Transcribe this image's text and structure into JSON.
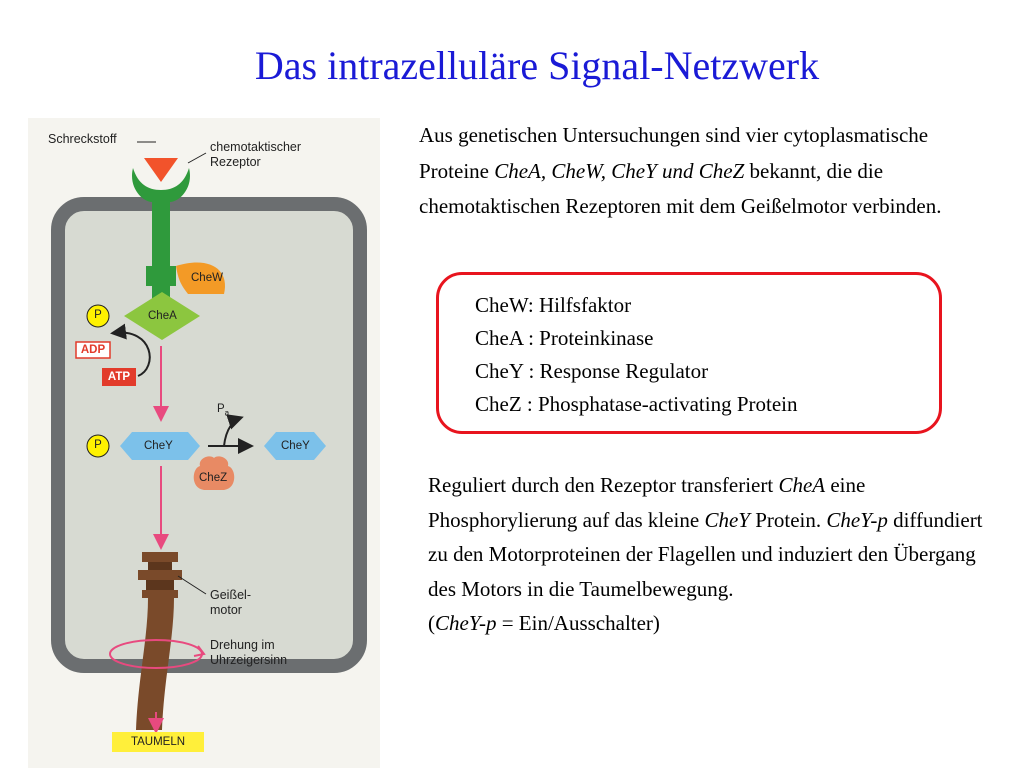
{
  "title": "Das intrazelluläre Signal-Netzwerk",
  "figure": {
    "labels": {
      "schreckstoff": "Schreckstoff",
      "rezeptor_line1": "chemotaktischer",
      "rezeptor_line2": "Rezeptor",
      "chew": "CheW",
      "chea": "CheA",
      "p1": "P",
      "adp": "ADP",
      "atp": "ATP",
      "pa_main": "P",
      "pa_sub": "a",
      "p2": "P",
      "chey_left": "CheY",
      "chey_right": "CheY",
      "chez": "CheZ",
      "geissel_line1": "Geißel-",
      "geissel_line2": "motor",
      "drehung_line1": "Drehung im",
      "drehung_line2": "Uhrzeigersinn",
      "taumeln": "TAUMELN"
    },
    "colors": {
      "cell_wall": "#6b6e70",
      "cytoplasm": "#d7dad2",
      "receptor": "#2f9a3c",
      "chea": "#8cc63f",
      "chew": "#f39a26",
      "chey": "#7cc1ea",
      "chez": "#e88a64",
      "phosphate": "#fff200",
      "atp": "#e23b2b",
      "arrow": "#e84a7f",
      "motor": "#7a4a2a",
      "taumeln_bg": "#ffef3a",
      "stimulus": "#f2532b"
    }
  },
  "intro": {
    "part1": "Aus genetischen Untersuchungen sind vier cytoplasmatische Proteine ",
    "proteins": "CheA, CheW, CheY und CheZ",
    "part2": " bekannt, die die chemotaktischen Rezeptoren mit dem Geißelmotor verbinden."
  },
  "definitions": [
    "CheW: Hilfsfaktor",
    "CheA : Proteinkinase",
    "CheY : Response Regulator",
    "CheZ : Phosphatase-activating Protein"
  ],
  "description": {
    "part1": "Reguliert durch den Rezeptor transferiert ",
    "chea": "CheA",
    "part2": " eine Phosphorylierung auf das kleine ",
    "chey": "CheY",
    "part3": " Protein. ",
    "cheyp": "CheY-p",
    "part4": " diffundiert zu den Motorproteinen der Flagellen und induziert den Übergang des Motors in die Taumelbewegung.",
    "note_open": "(",
    "note_cheyp": "CheY-p",
    "note_rest": " = Ein/Ausschalter)"
  }
}
